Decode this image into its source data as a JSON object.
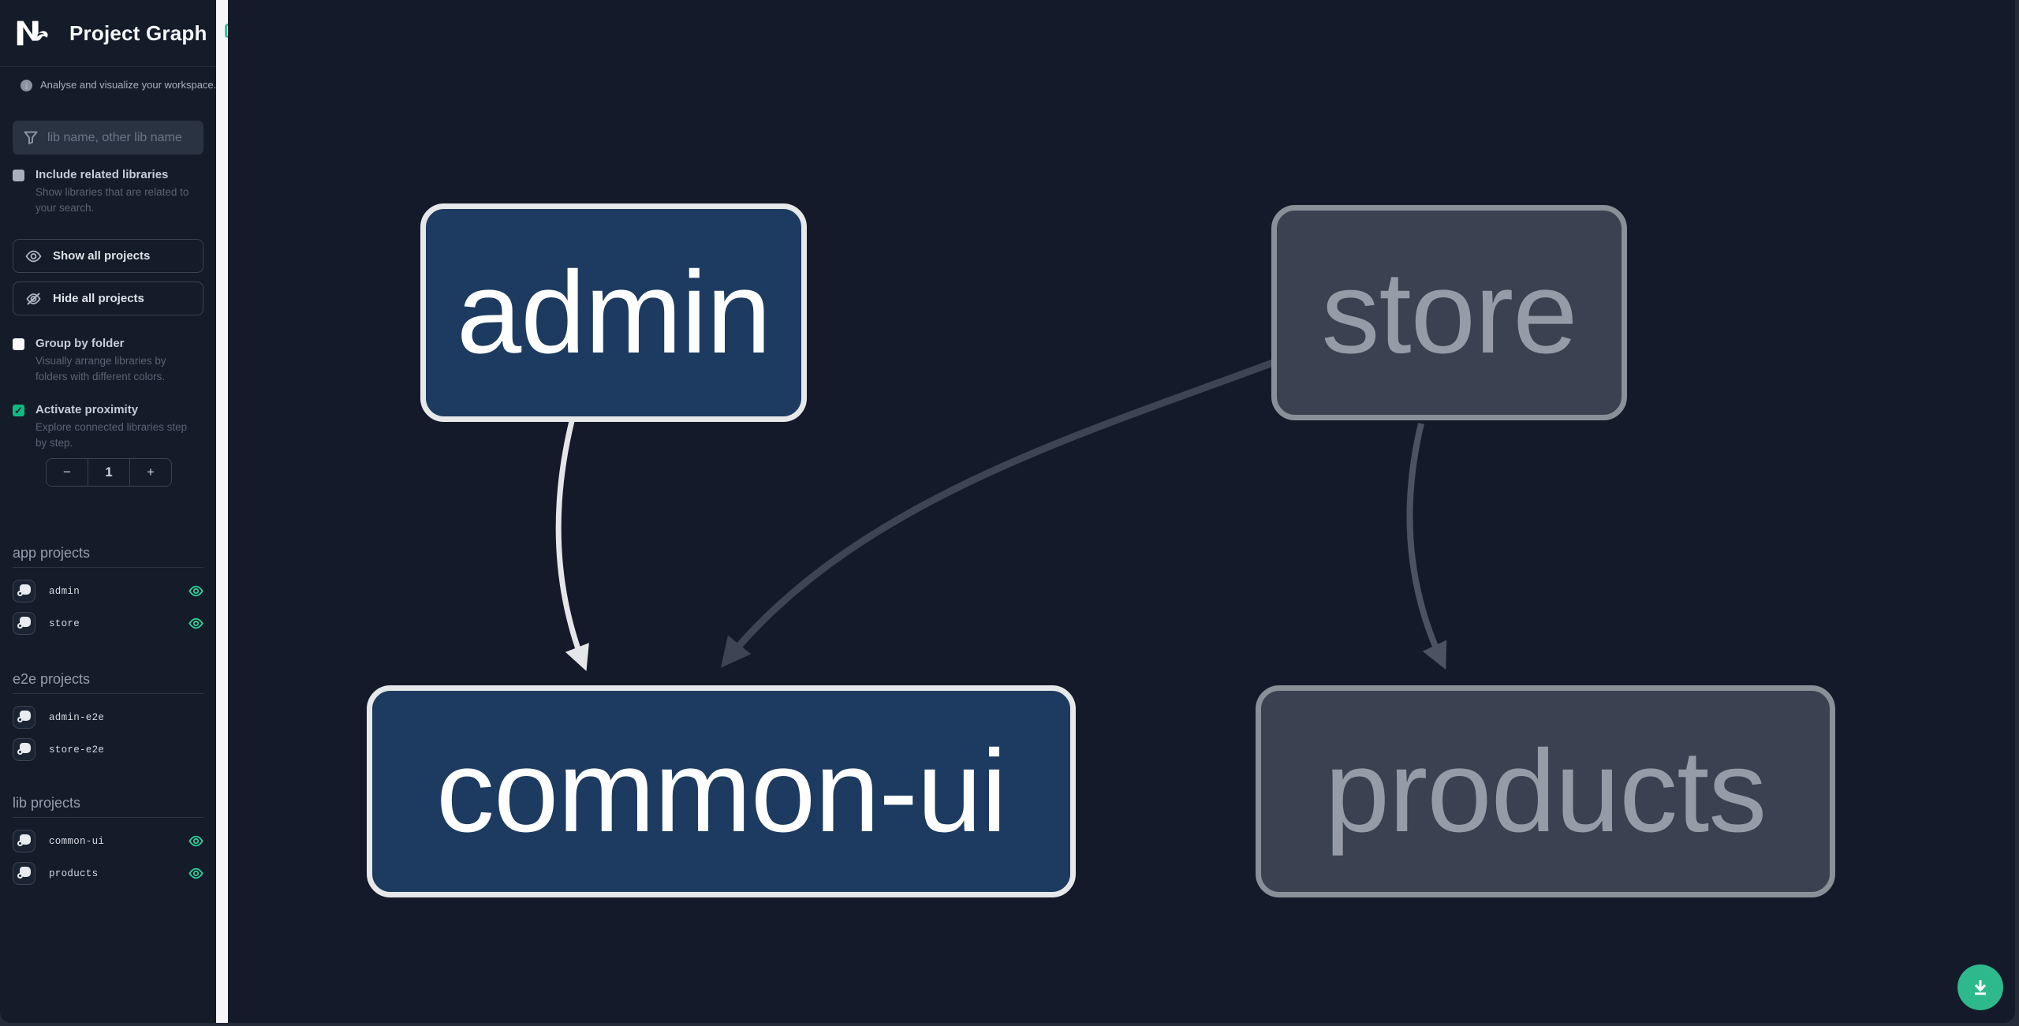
{
  "header": {
    "title": "Project Graph"
  },
  "sidebar": {
    "tagline": "Analyse and visualize your workspace.",
    "filter": {
      "placeholder": "lib name, other lib name"
    },
    "checkboxes": [
      {
        "label": "Include related libraries",
        "description": "Show libraries that are related to your search.",
        "checked": false
      },
      {
        "label": "Group by folder",
        "description": "Visually arrange libraries by folders with different colors.",
        "checked": false
      },
      {
        "label": "Activate proximity",
        "description": "Explore connected libraries step by step.",
        "checked": true,
        "check_glyph": "✓"
      }
    ],
    "buttons": {
      "show_all": "Show all projects",
      "hide_all": "Hide all projects"
    },
    "proximity_stepper": {
      "decrement": "−",
      "value": "1",
      "increment": "+"
    },
    "sections": [
      {
        "title": "app projects",
        "items": [
          {
            "name": "admin",
            "eye_visible": true
          },
          {
            "name": "store",
            "eye_visible": true
          }
        ]
      },
      {
        "title": "e2e projects",
        "items": [
          {
            "name": "admin-e2e",
            "eye_visible": false
          },
          {
            "name": "store-e2e",
            "eye_visible": false
          }
        ]
      },
      {
        "title": "lib projects",
        "items": [
          {
            "name": "common-ui",
            "eye_visible": true
          },
          {
            "name": "products",
            "eye_visible": true
          }
        ]
      }
    ]
  },
  "graph": {
    "nodes": [
      {
        "id": "admin",
        "label": "admin",
        "state": "focused"
      },
      {
        "id": "store",
        "label": "store",
        "state": "dimmed"
      },
      {
        "id": "common-ui",
        "label": "common-ui",
        "state": "focused"
      },
      {
        "id": "products",
        "label": "products",
        "state": "dimmed"
      }
    ],
    "edges": [
      {
        "from": "admin",
        "to": "common-ui",
        "style": "highlighted"
      },
      {
        "from": "store",
        "to": "common-ui",
        "style": "dimmed"
      },
      {
        "from": "store",
        "to": "products",
        "style": "dimmed"
      }
    ]
  },
  "colors": {
    "accent_green": "#10b981",
    "eye_green": "#2ed49b",
    "fab_green": "#2eb98c",
    "focused_node_fill": "#1d3b60",
    "dimmed_node_fill": "#3a4150",
    "canvas_bg": "#141a29",
    "sidebar_bg": "#141b29",
    "edge_highlight": "#e4e6e8",
    "edge_dim_dark": "#3d4453",
    "edge_dim": "#4b5362"
  }
}
